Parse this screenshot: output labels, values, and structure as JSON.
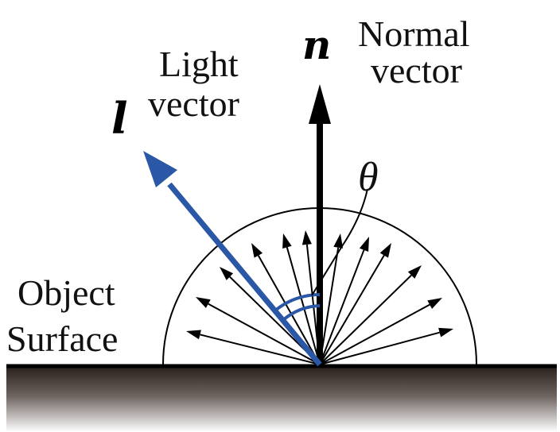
{
  "labels": {
    "normal_symbol": "n",
    "normal_line1": "Normal",
    "normal_line2": "vector",
    "light_symbol": "l",
    "light_line1": "Light",
    "light_line2": "vector",
    "angle_symbol": "θ",
    "surface_line1": "Object",
    "surface_line2": "Surface"
  },
  "colors": {
    "light_vector": "#2b58a6",
    "ink": "#000000",
    "surface_dark": "#2a201c",
    "surface_light": "#ffffff"
  }
}
